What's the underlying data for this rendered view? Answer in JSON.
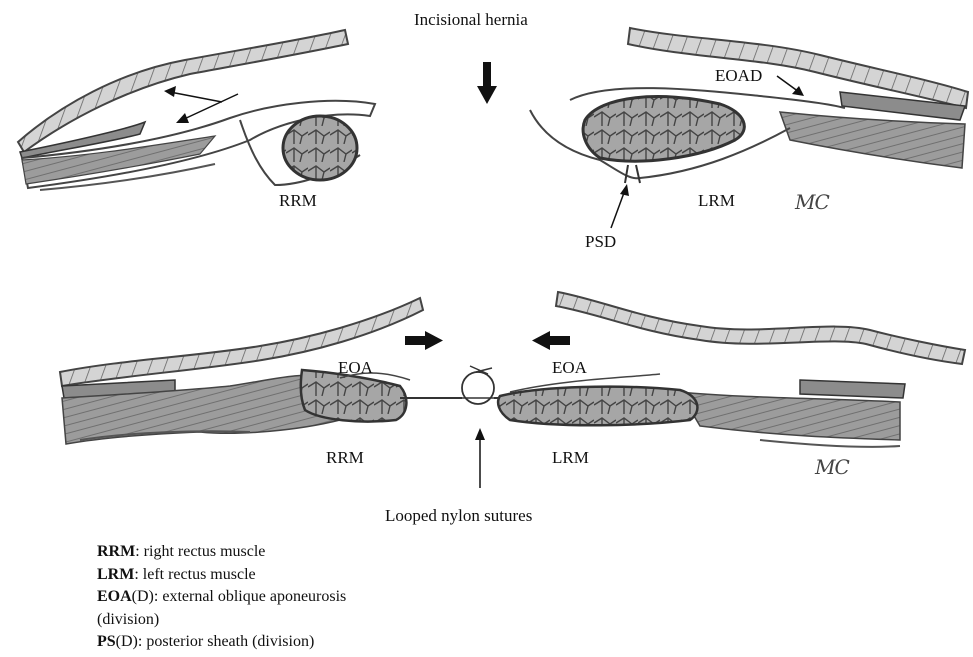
{
  "labels": {
    "title": "Incisional hernia",
    "top_rrm": "RRM",
    "top_lrm": "LRM",
    "top_eoad": "EOAD",
    "top_psd": "PSD",
    "bottom_eoa_left": "EOA",
    "bottom_eoa_right": "EOA",
    "bottom_rrm": "RRM",
    "bottom_lrm": "LRM",
    "sutures": "Looped nylon sutures"
  },
  "signature": {
    "top": "MC",
    "bottom": "MC"
  },
  "legend": [
    {
      "abbr": "RRM",
      "suffix": "",
      "desc": ": right rectus muscle"
    },
    {
      "abbr": "LRM",
      "suffix": "",
      "desc": ": left rectus muscle"
    },
    {
      "abbr": "EOA",
      "suffix": "(D)",
      "desc": ": external oblique aponeurosis"
    },
    {
      "abbr": "",
      "suffix": "",
      "desc": "(division)"
    },
    {
      "abbr": "PS",
      "suffix": "(D)",
      "desc": ": posterior sheath (division)"
    }
  ],
  "colors": {
    "ink": "#111111",
    "pencil": "#555555",
    "muscle_fill": "#9a9a9a",
    "skin_fill": "#d8d8d8"
  }
}
